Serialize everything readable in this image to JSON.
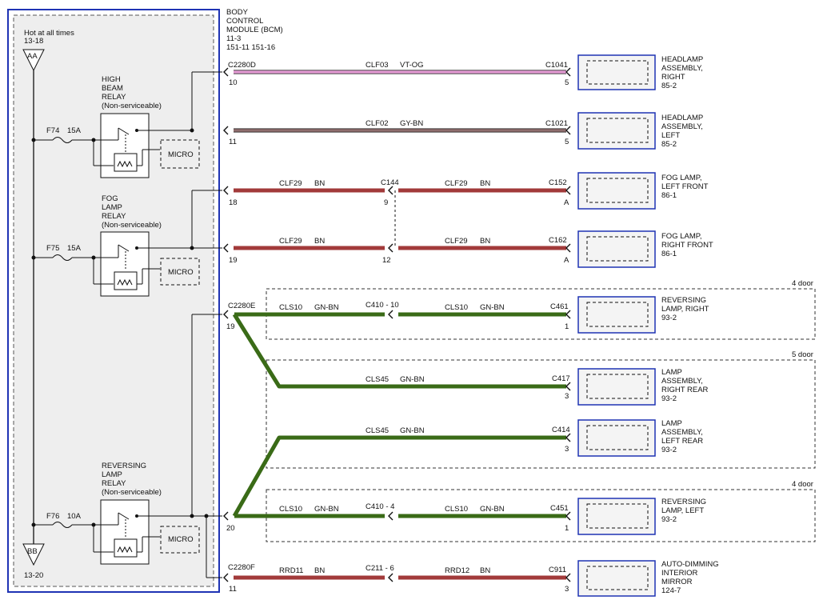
{
  "bcm_module": {
    "label_lines": [
      "BODY",
      "CONTROL",
      "MODULE (BCM)",
      "11-3",
      "151-11  151-16"
    ]
  },
  "power": {
    "hot_label": "Hot at all times",
    "hot_ref": "13-18",
    "top_connector": "AA",
    "bottom_connector": "BB",
    "bottom_ref": "13-20"
  },
  "relays": [
    {
      "id": "high-beam",
      "label_lines": [
        "HIGH",
        "BEAM",
        "RELAY",
        "(Non-serviceable)"
      ],
      "fuse": "F74",
      "amps": "15A",
      "micro": "MICRO"
    },
    {
      "id": "fog-lamp",
      "label_lines": [
        "FOG",
        "LAMP",
        "RELAY",
        "(Non-serviceable)"
      ],
      "fuse": "F75",
      "amps": "15A",
      "micro": "MICRO"
    },
    {
      "id": "reversing-lamp",
      "label_lines": [
        "REVERSING",
        "LAMP",
        "RELAY",
        "(Non-serviceable)"
      ],
      "fuse": "F76",
      "amps": "10A",
      "micro": "MICRO"
    }
  ],
  "bcm_connectors": {
    "c2280d": "C2280D",
    "c2280e": "C2280E",
    "c2280f": "C2280F"
  },
  "circuits": [
    {
      "id": "headlamp-right",
      "bcm_pin": "10",
      "wire": "CLF03",
      "color": "VT-OG",
      "inline": null,
      "conn": "C1041",
      "conn_pin": "5",
      "component_lines": [
        "HEADLAMP",
        "ASSEMBLY,",
        "RIGHT",
        "85-2"
      ]
    },
    {
      "id": "headlamp-left",
      "bcm_pin": "11",
      "wire": "CLF02",
      "color": "GY-BN",
      "inline": null,
      "conn": "C1021",
      "conn_pin": "5",
      "component_lines": [
        "HEADLAMP",
        "ASSEMBLY,",
        "LEFT",
        "85-2"
      ]
    },
    {
      "id": "fog-left",
      "bcm_pin": "18",
      "wire": "CLF29",
      "color": "BN",
      "inline": "C144",
      "inline_pin": "9",
      "wire2": "CLF29",
      "color2": "BN",
      "conn": "C152",
      "conn_pin": "A",
      "component_lines": [
        "FOG LAMP,",
        "LEFT FRONT",
        "86-1"
      ]
    },
    {
      "id": "fog-right",
      "bcm_pin": "19",
      "wire": "CLF29",
      "color": "BN",
      "inline": null,
      "inline_pin": "12",
      "wire2": "CLF29",
      "color2": "BN",
      "conn": "C162",
      "conn_pin": "A",
      "component_lines": [
        "FOG LAMP,",
        "RIGHT FRONT",
        "86-1"
      ]
    },
    {
      "id": "reversing-right",
      "bcm_pin": "19",
      "wire": "CLS10",
      "color": "GN-BN",
      "inline": "C410 - 10",
      "wire2": "CLS10",
      "color2": "GN-BN",
      "conn": "C461",
      "conn_pin": "1",
      "component_lines": [
        "REVERSING",
        "LAMP, RIGHT",
        "93-2"
      ]
    },
    {
      "id": "lamp-right-rear",
      "wire": "CLS45",
      "color": "GN-BN",
      "conn": "C417",
      "conn_pin": "3",
      "component_lines": [
        "LAMP",
        "ASSEMBLY,",
        "RIGHT REAR",
        "93-2"
      ]
    },
    {
      "id": "lamp-left-rear",
      "wire": "CLS45",
      "color": "GN-BN",
      "conn": "C414",
      "conn_pin": "3",
      "component_lines": [
        "LAMP",
        "ASSEMBLY,",
        "LEFT REAR",
        "93-2"
      ]
    },
    {
      "id": "reversing-left",
      "bcm_pin": "20",
      "wire": "CLS10",
      "color": "GN-BN",
      "inline": "C410 - 4",
      "wire2": "CLS10",
      "color2": "GN-BN",
      "conn": "C451",
      "conn_pin": "1",
      "component_lines": [
        "REVERSING",
        "LAMP, LEFT",
        "93-2"
      ]
    },
    {
      "id": "mirror",
      "bcm_pin": "11",
      "wire": "RRD11",
      "color": "BN",
      "inline": "C211 - 6",
      "wire2": "RRD12",
      "color2": "BN",
      "conn": "C911",
      "conn_pin": "3",
      "component_lines": [
        "AUTO-DIMMING",
        "INTERIOR",
        "MIRROR",
        "124-7"
      ]
    }
  ],
  "options": {
    "four_door": "4 door",
    "five_door": "5 door"
  },
  "wire_colors": {
    "violet_orange": "#e39bd3",
    "gray_brown": "#8f6e6e",
    "brown": "#a23a3a",
    "green": "#3a6b17",
    "module_border": "#1f33b4"
  }
}
